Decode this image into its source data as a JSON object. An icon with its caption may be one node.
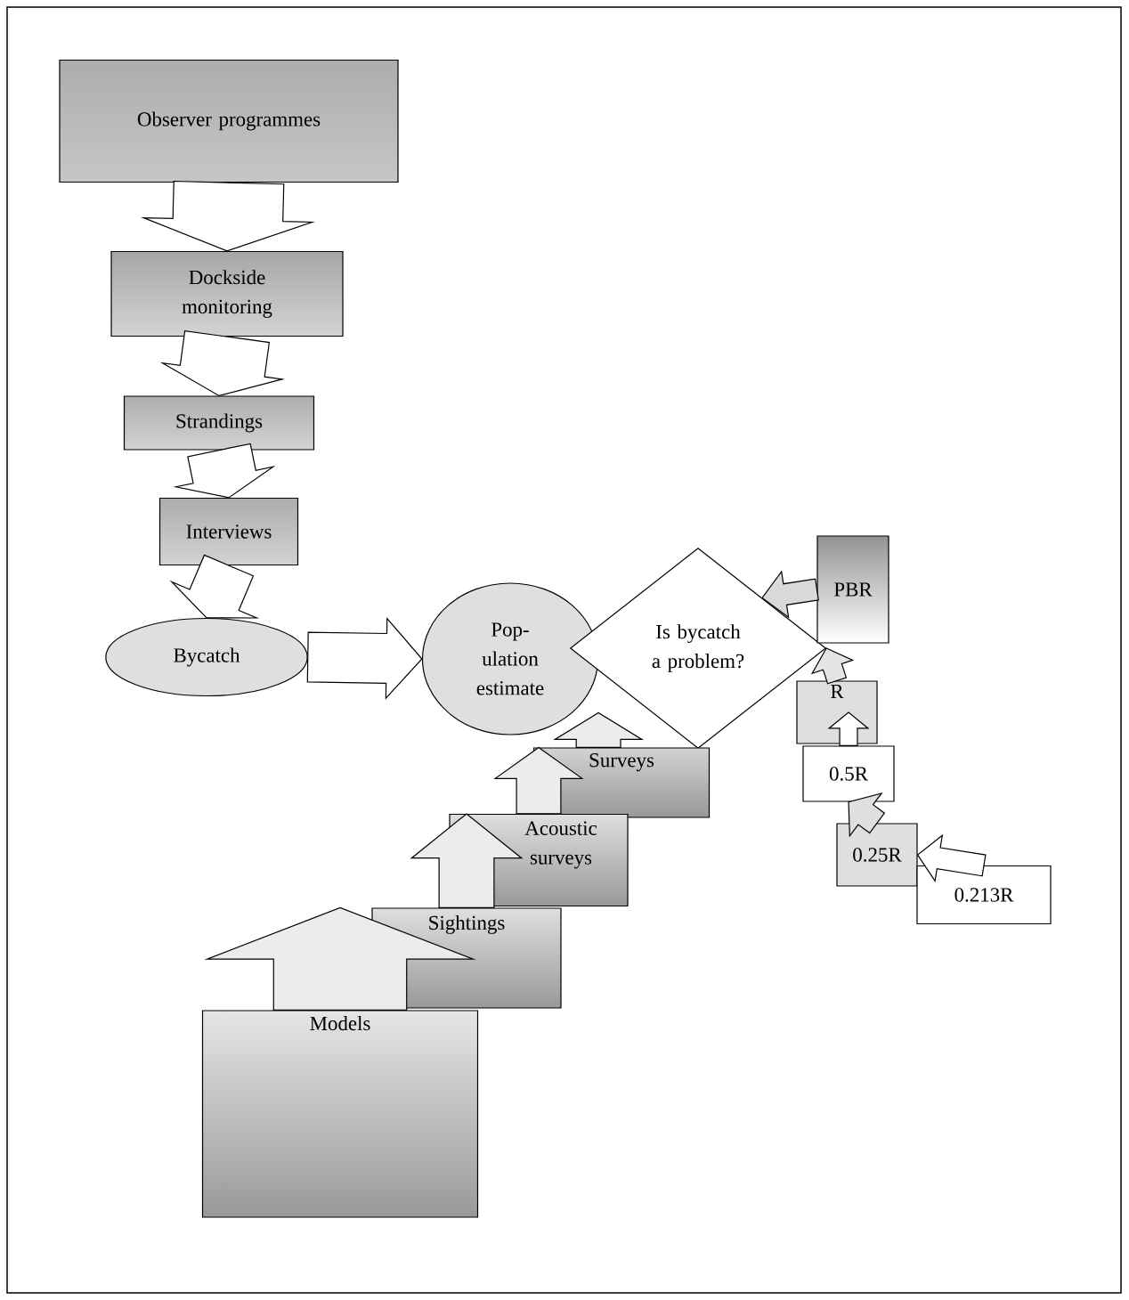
{
  "diagram": {
    "nodes": [
      {
        "text": [
          "Observer programmes"
        ]
      },
      {
        "text": [
          "Dockside monitoring"
        ]
      },
      {
        "text": [
          "Strandings"
        ]
      },
      {
        "text": [
          "Interviews"
        ]
      },
      {
        "text": [
          "Bycatch"
        ]
      },
      {
        "text": [
          "Pop- ulation estimate"
        ]
      },
      {
        "text": [
          "Is bycatch a problem?"
        ]
      },
      {
        "text": [
          "PBR"
        ]
      },
      {
        "text": [
          "R"
        ]
      },
      {
        "text": [
          "0.5R"
        ]
      },
      {
        "text": [
          "0.25R"
        ]
      },
      {
        "text": [
          "0.213R"
        ]
      },
      {
        "text": [
          "Surveys"
        ]
      },
      {
        "text": [
          "Acoustic surveys"
        ]
      },
      {
        "text": [
          "Sightings"
        ]
      },
      {
        "text": [
          "Models"
        ]
      }
    ],
    "edges": [
      {
        "from": 0,
        "to": 1,
        "arrow": "to"
      },
      {
        "from": 1,
        "to": 2,
        "arrow": "to"
      },
      {
        "from": 2,
        "to": 3,
        "arrow": "to"
      },
      {
        "from": 3,
        "to": 4,
        "arrow": "to"
      },
      {
        "from": 4,
        "to": 5,
        "arrow": "to"
      },
      {
        "from": 15,
        "to": 14,
        "arrow": "to"
      },
      {
        "from": 14,
        "to": 13,
        "arrow": "to"
      },
      {
        "from": 13,
        "to": 12,
        "arrow": "to"
      },
      {
        "from": 12,
        "to": 5,
        "arrow": "to"
      },
      {
        "from": 7,
        "to": 6,
        "arrow": "to"
      },
      {
        "from": 8,
        "to": 6,
        "arrow": "to"
      },
      {
        "from": 9,
        "to": 8,
        "arrow": "to"
      },
      {
        "from": 10,
        "to": 9,
        "arrow": "to"
      },
      {
        "from": 11,
        "to": 10,
        "arrow": "to"
      }
    ]
  }
}
